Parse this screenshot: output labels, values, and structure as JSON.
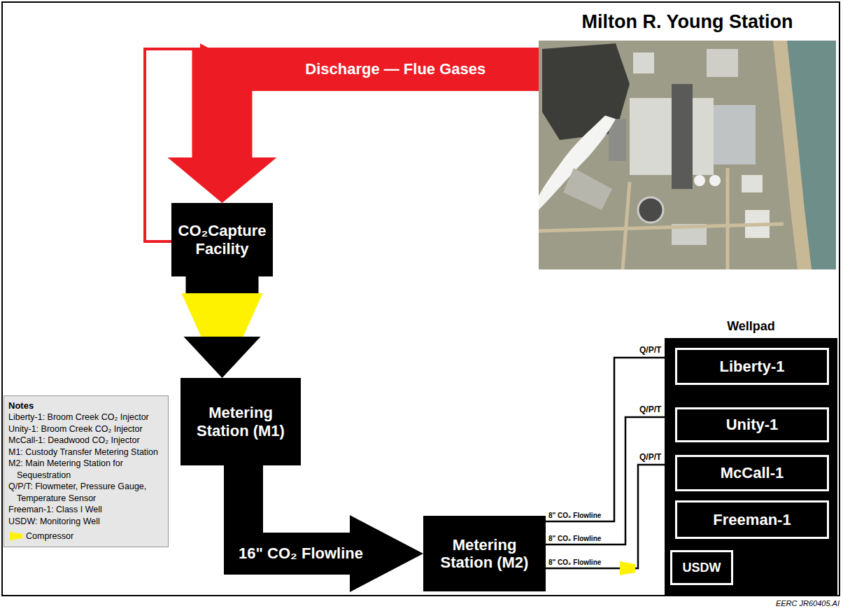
{
  "diagram": {
    "nodes": [
      {
        "text": [
          "Milton R. Young Station"
        ]
      },
      {
        "text": [
          "CO₂Capture Facility"
        ]
      },
      {
        "text": [
          "Metering Station (M1)"
        ]
      },
      {
        "text": [
          "Metering Station (M2)"
        ]
      },
      {
        "text": [
          "Wellpad"
        ]
      },
      {
        "text": [
          "Liberty-1"
        ],
        "in": 4
      },
      {
        "text": [
          "Unity-1"
        ],
        "in": 4
      },
      {
        "text": [
          "McCall-1"
        ],
        "in": 4
      },
      {
        "text": [
          "Freeman-1"
        ],
        "in": 4
      },
      {
        "text": [
          "USDW"
        ],
        "in": 4
      },
      {
        "text": [
          "Notes",
          "Liberty-1: Broom Creek CO₂ Injector",
          "Unity-1: Broom Creek CO₂ Injector",
          "McCall-1: Deadwood CO₂ Injector",
          "M1: Custody Transfer Metering Station",
          "M2: Main Metering Station for Sequestration",
          "Q/P/T: Flowmeter, Pressure Gauge, Temperature Sensor",
          "Freeman-1: Class I Well",
          "USDW: Monitoring Well"
        ]
      }
    ],
    "edges": [
      {
        "from": 0,
        "to": 1,
        "arrow": "to",
        "label": "Discharge — Flue Gases"
      },
      {
        "from": 1,
        "to": 2,
        "arrow": "to"
      },
      {
        "from": 2,
        "to": 3,
        "arrow": "to",
        "label": "16\" CO₂ Flowline"
      },
      {
        "from": 3,
        "to": 5,
        "arrow": "none",
        "label": "8\" CO₂ Flowline"
      },
      {
        "from": 3,
        "to": 6,
        "arrow": "none",
        "label": "8\" CO₂ Flowline"
      },
      {
        "from": 3,
        "to": 7,
        "arrow": "none",
        "label": "8\" CO₂ Flowline"
      }
    ],
    "labels": [
      "Q/P/T",
      "Q/P/T",
      "Q/P/T",
      "EERC JR60405.AI"
    ],
    "legend": [
      {
        "text": "Compressor"
      }
    ]
  }
}
